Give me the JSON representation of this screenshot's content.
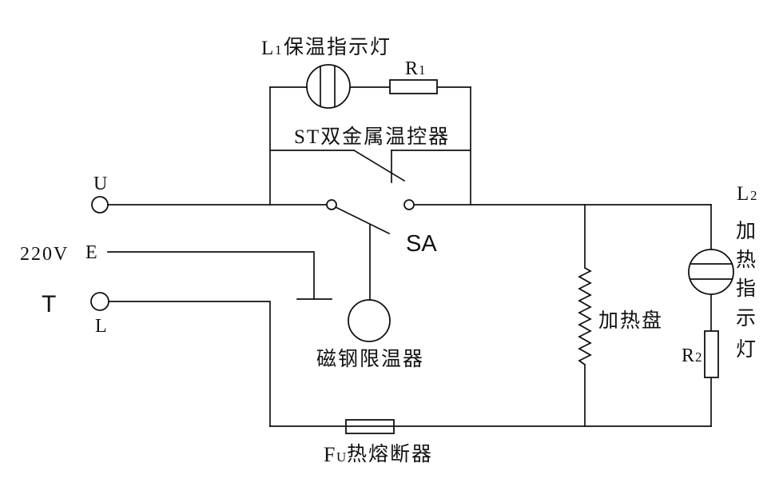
{
  "diagram_type": "electric-rice-cooker-circuit-schematic",
  "colors": {
    "background": "#ffffff",
    "line": "#111111"
  },
  "source": {
    "voltage_label": "220V",
    "terminal_u": "U",
    "terminal_e": "E",
    "terminal_t": "T",
    "terminal_l": "L"
  },
  "components": {
    "keep_warm_lamp": {
      "ref": "L",
      "ref_sub": "1",
      "name": "保温指示灯"
    },
    "resistor_r1": {
      "ref": "R",
      "ref_sub": "1"
    },
    "thermostat": {
      "name": "ST双金属温控器"
    },
    "switch_sa": {
      "ref": "SA"
    },
    "magnet_limiter": {
      "name": "磁钢限温器"
    },
    "heating_plate": {
      "name": "加热盘"
    },
    "heat_lamp": {
      "ref": "L",
      "ref_sub": "2",
      "name_chars": [
        "加",
        "热",
        "指",
        "示",
        "灯"
      ]
    },
    "resistor_r2": {
      "ref": "R",
      "ref_sub": "2"
    },
    "thermal_fuse": {
      "ref": "F",
      "ref_sub": "U",
      "name": "热熔断器"
    }
  }
}
